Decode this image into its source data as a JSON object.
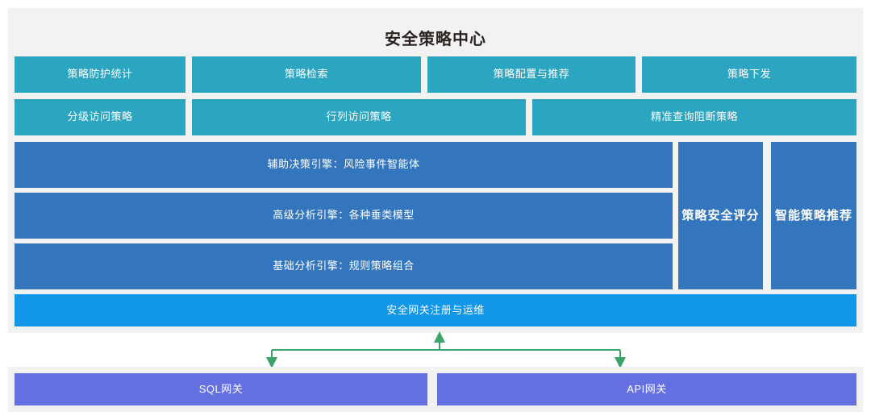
{
  "diagram": {
    "title": "安全策略中心",
    "colors": {
      "panel_bg": "#f2f2f2",
      "teal": "#2ba5c0",
      "engine_blue": "#3476bd",
      "gateway_blue": "#1296e8",
      "purple": "#6470e0",
      "arrow_green": "#3aa568",
      "title_text": "#2c2222",
      "box_text": "#ffffff"
    },
    "row_functions": [
      {
        "label": "策略防护统计"
      },
      {
        "label": "策略检索"
      },
      {
        "label": "策略配置与推荐"
      },
      {
        "label": "策略下发"
      }
    ],
    "row_policies": [
      {
        "label": "分级访问策略"
      },
      {
        "label": "行列访问策略"
      },
      {
        "label": "精准查询阻断策略"
      }
    ],
    "engines": [
      {
        "label": "辅助决策引擎：风险事件智能体"
      },
      {
        "label": "高级分析引擎：各种垂类模型"
      },
      {
        "label": "基础分析引擎：规则策略组合"
      }
    ],
    "side_panels": [
      {
        "label": "策略安全评分"
      },
      {
        "label": "智能策略推荐"
      }
    ],
    "gateway_bar": {
      "label": "安全网关注册与运维"
    },
    "gateways": [
      {
        "label": "SQL网关"
      },
      {
        "label": "API网关"
      }
    ],
    "connector": {
      "name": "bidirectional-bus-connector",
      "up_arrow": "arrow-up-icon",
      "down_arrow_left": "arrow-down-icon",
      "down_arrow_right": "arrow-down-icon"
    }
  }
}
